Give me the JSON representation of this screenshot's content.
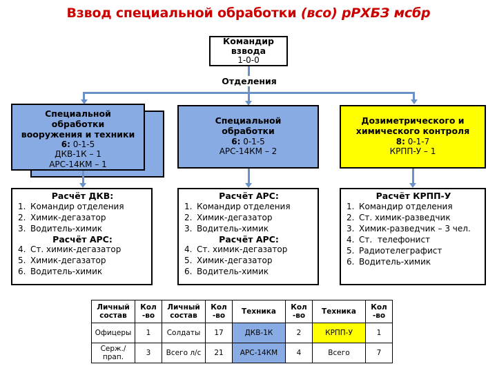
{
  "title": {
    "main": "Взвод специальной обработки ",
    "italic": "(всо) рРХБЗ мсбр"
  },
  "commander": {
    "line1": "Командир",
    "line2": "взвода",
    "staffing": "1-0-0"
  },
  "subdivisions_label": "Отделения",
  "departments": [
    {
      "name": "dept-special-armament",
      "header_line1": "Специальной",
      "header_line2": "обработки",
      "header_line3": "вооружения и техники",
      "count_label": "6:",
      "staffing": "0-1-5",
      "equipment_1": "ДКВ-1К – 1",
      "equipment_2": "АРС-14КМ – 1",
      "color": "#89ABE3",
      "stacked": true
    },
    {
      "name": "dept-special-treatment",
      "header_line1": "Специальной",
      "header_line2": "обработки",
      "count_label": "6:",
      "staffing": "0-1-5",
      "equipment_1": "АРС-14КМ – 2",
      "color": "#89ABE3",
      "stacked": false
    },
    {
      "name": "dept-dosimetric-control",
      "header_line1": "Дозиметрического и",
      "header_line2": "химического контроля",
      "count_label": "8:",
      "staffing": "0-1-7",
      "equipment_1": "КРПП-У – 1",
      "color": "#FFFF00",
      "stacked": false
    }
  ],
  "crews": [
    {
      "name": "crew-dkv",
      "title_1": "Расчёт ДКВ:",
      "items_1": [
        {
          "n": "1.",
          "text": "Командир отделения"
        },
        {
          "n": "2.",
          "text": "Химик-дегазатор"
        },
        {
          "n": "3.",
          "text": "Водитель-химик"
        }
      ],
      "title_2": "Расчёт АРС:",
      "items_2": [
        {
          "n": "4.",
          "text": "Ст. химик-дегазатор"
        },
        {
          "n": "5.",
          "text": "Химик-дегазатор"
        },
        {
          "n": "6.",
          "text": "Водитель-химик"
        }
      ]
    },
    {
      "name": "crew-ars",
      "title_1": "Расчёт АРС:",
      "items_1": [
        {
          "n": "1.",
          "text": "Командир отделения"
        },
        {
          "n": "2.",
          "text": "Химик-дегазатор"
        },
        {
          "n": "3.",
          "text": "Водитель-химик"
        }
      ],
      "title_2": "Расчёт АРС:",
      "items_2": [
        {
          "n": "4.",
          "text": "Ст. химик-дегазатор"
        },
        {
          "n": "5.",
          "text": "Химик-дегазатор"
        },
        {
          "n": "6.",
          "text": "Водитель-химик"
        }
      ]
    },
    {
      "name": "crew-krpp-u",
      "title_1": "Расчёт КРПП-У",
      "items_1": [
        {
          "n": "1.",
          "text": "Командир отделения"
        },
        {
          "n": "2.",
          "text": "Ст. химик-разведчик"
        },
        {
          "n": "3.",
          "text": "Химик-разведчик – 3 чел."
        },
        {
          "n": "4.",
          "text": "Ст.  телефонист"
        },
        {
          "n": "5.",
          "text": "Радиотелеграфист"
        },
        {
          "n": "6.",
          "text": "Водитель-химик"
        }
      ]
    }
  ],
  "summary_table": {
    "headers": [
      "Личный состав",
      "Кол -во",
      "Личный состав",
      "Кол -во",
      "Техника",
      "Кол -во",
      "Техника",
      "Кол -во"
    ],
    "rows": [
      [
        {
          "text": "Офицеры",
          "fill": "white"
        },
        {
          "text": "1",
          "fill": "white"
        },
        {
          "text": "Солдаты",
          "fill": "white"
        },
        {
          "text": "17",
          "fill": "white"
        },
        {
          "text": "ДКВ-1К",
          "fill": "blue"
        },
        {
          "text": "2",
          "fill": "white"
        },
        {
          "text": "КРПП-У",
          "fill": "yellow"
        },
        {
          "text": "1",
          "fill": "white"
        }
      ],
      [
        {
          "text": "Серж./прап.",
          "fill": "white"
        },
        {
          "text": "3",
          "fill": "white"
        },
        {
          "text": "Всего л/с",
          "fill": "white"
        },
        {
          "text": "21",
          "fill": "white"
        },
        {
          "text": "АРС-14КМ",
          "fill": "blue"
        },
        {
          "text": "4",
          "fill": "white"
        },
        {
          "text": "Всего",
          "fill": "white"
        },
        {
          "text": "7",
          "fill": "white"
        }
      ]
    ]
  },
  "colors": {
    "title_red": "#CC0000",
    "box_blue": "#89ABE3",
    "box_yellow": "#FFFF00",
    "connector_blue": "#6A92C8",
    "border_black": "#000000"
  }
}
